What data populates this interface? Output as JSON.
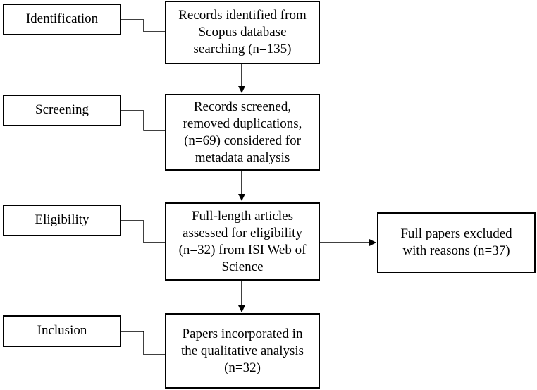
{
  "stages": [
    {
      "id": "identification",
      "label": "Identification",
      "main": "Records identified  from\nScopus database\nsearching (n=135)"
    },
    {
      "id": "screening",
      "label": "Screening",
      "main": "Records screened,\nremoved duplications,\n(n=69) considered for\nmetadata analysis"
    },
    {
      "id": "eligibility",
      "label": "Eligibility",
      "main": "Full-length articles\nassessed for eligibility\n(n=32) from ISI Web of\nScience"
    },
    {
      "id": "inclusion",
      "label": "Inclusion",
      "main": "Papers incorporated in\nthe qualitative analysis\n(n=32)"
    }
  ],
  "excluded": "Full papers excluded\nwith reasons (n=37)"
}
